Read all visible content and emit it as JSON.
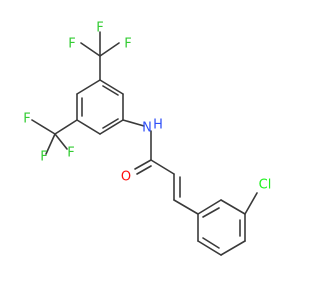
{
  "molecule": {
    "atom_labels": {
      "f_top_1": "F",
      "f_top_2": "F",
      "f_top_3": "F",
      "f_left_1": "F",
      "f_left_2": "F",
      "f_left_3": "F",
      "nh": "N",
      "nh_h": "H",
      "o": "O",
      "cl": "Cl"
    },
    "colors": {
      "bond": "#3a3a3a",
      "fluorine": "#33cc33",
      "nitrogen": "#3050f8",
      "oxygen": "#ff0d0d",
      "chlorine": "#1ff01f"
    }
  }
}
